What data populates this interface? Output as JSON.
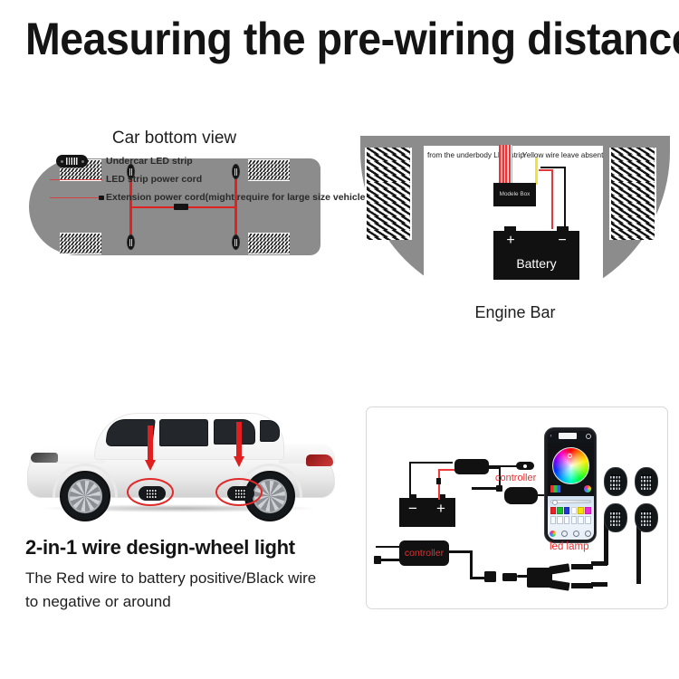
{
  "title": "Measuring the pre-wiring distance",
  "bottom_view": {
    "heading": "Car bottom view",
    "legend": [
      {
        "icon": "led-strip-icon",
        "label": "Undercar LED strip"
      },
      {
        "icon": "red-line-icon",
        "label": "LED strip power cord"
      },
      {
        "icon": "red-line-with-connector-icon",
        "label": "Extension power cord(might require for large size vehicle)"
      }
    ]
  },
  "engine_bay": {
    "label_strip": "from the underbody LED strip",
    "label_yellow": "Yellow wire leave absent",
    "module_box": "Modele Box",
    "battery": "Battery",
    "battery_positive": "+",
    "battery_negative": "−",
    "caption": "Engine Bar"
  },
  "car_photo": {
    "heading": "2-in-1 wire design-wheel light",
    "body": "The Red wire to battery positive/Black wire to negative or around"
  },
  "app_panel": {
    "controller_1": "controller",
    "controller_2": "controller",
    "led_lamp": "led lamp",
    "battery_positive": "+",
    "battery_negative": "−",
    "phone": {
      "back_icon": "‹",
      "swatches": [
        "#ee2222",
        "#17c02a",
        "#1f37d8",
        "#ffffff",
        "#f5e000",
        "#ef28d8"
      ]
    }
  },
  "colors": {
    "accent_red": "#ef2d2d",
    "wire_red": "#e02222",
    "body_gray": "#8c8c8c",
    "black": "#111111"
  }
}
